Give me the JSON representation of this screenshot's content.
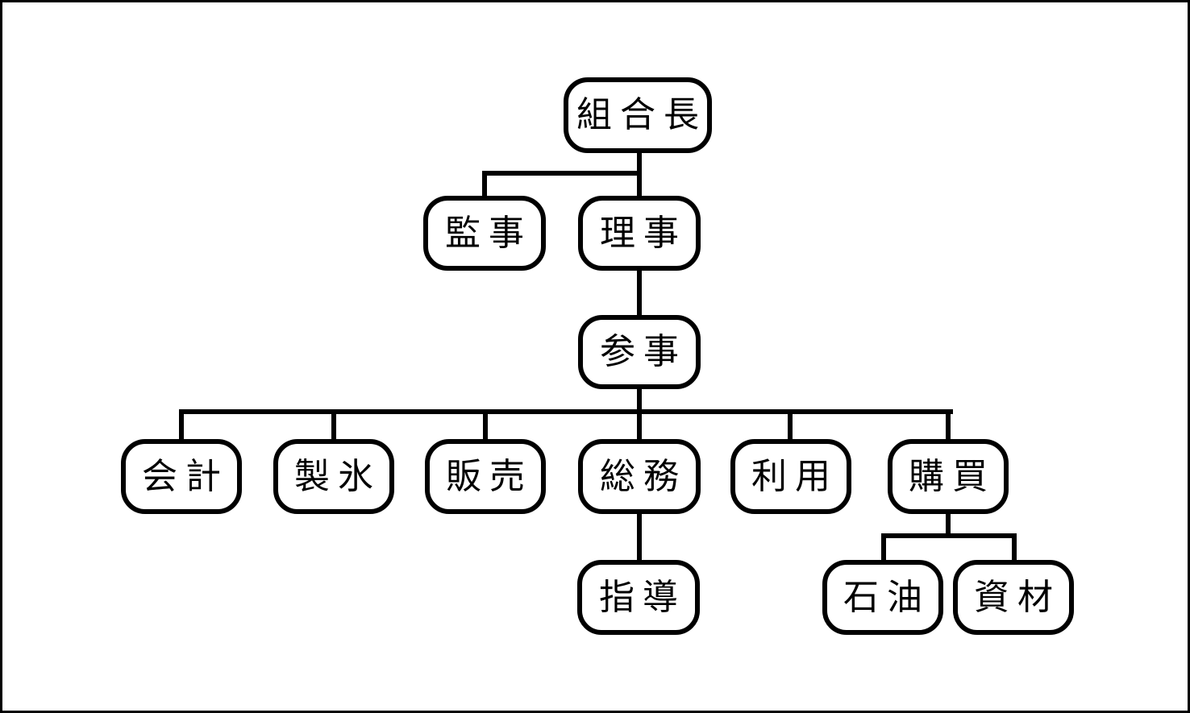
{
  "diagram": {
    "type": "org-chart",
    "background_color": "#ffffff",
    "line_color": "#000000",
    "node_fill": "#ffffff",
    "node_border_color": "#000000",
    "nodes": [
      {
        "id": "kumiaicho",
        "label": "組合長",
        "parent": null,
        "level": 1
      },
      {
        "id": "kanji",
        "label": "監事",
        "parent": "kumiaicho",
        "level": 2
      },
      {
        "id": "riji",
        "label": "理事",
        "parent": "kumiaicho",
        "level": 2
      },
      {
        "id": "sanji",
        "label": "参事",
        "parent": "riji",
        "level": 3
      },
      {
        "id": "kaikei",
        "label": "会計",
        "parent": "sanji",
        "level": 4
      },
      {
        "id": "seihyo",
        "label": "製氷",
        "parent": "sanji",
        "level": 4
      },
      {
        "id": "hanbai",
        "label": "販売",
        "parent": "sanji",
        "level": 4
      },
      {
        "id": "somu",
        "label": "総務",
        "parent": "sanji",
        "level": 4
      },
      {
        "id": "riyo",
        "label": "利用",
        "parent": "sanji",
        "level": 4
      },
      {
        "id": "kobai",
        "label": "購買",
        "parent": "sanji",
        "level": 4
      },
      {
        "id": "shido",
        "label": "指導",
        "parent": "somu",
        "level": 5
      },
      {
        "id": "sekiyu",
        "label": "石油",
        "parent": "kobai",
        "level": 5
      },
      {
        "id": "shizai",
        "label": "資材",
        "parent": "kobai",
        "level": 5
      }
    ]
  }
}
